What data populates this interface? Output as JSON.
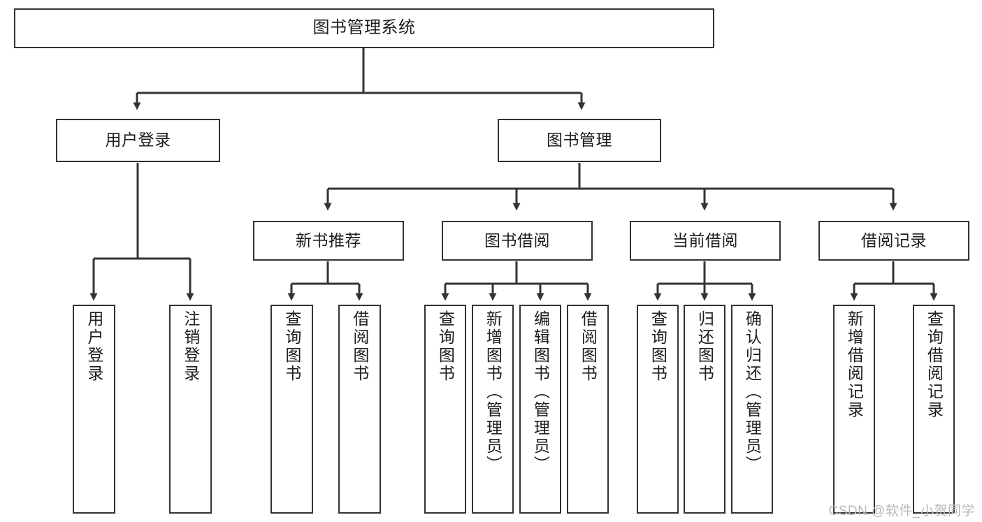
{
  "diagram": {
    "title": "图书管理系统",
    "type": "tree-structure-chart",
    "colors": {
      "box_border": "#333333",
      "box_fill": "#ffffff",
      "line": "#333333",
      "text": "#1d1d1d",
      "watermark": "#b9b9b9"
    },
    "nodes": {
      "root": {
        "label": "图书管理系统"
      },
      "level2": [
        {
          "label": "用户登录"
        },
        {
          "label": "图书管理"
        }
      ],
      "level3": [
        {
          "label": "新书推荐"
        },
        {
          "label": "图书借阅"
        },
        {
          "label": "当前借阅"
        },
        {
          "label": "借阅记录"
        }
      ],
      "leaves": {
        "user_login": [
          {
            "label": "用户登录"
          },
          {
            "label": "注销登录"
          }
        ],
        "new_book_recommend": [
          {
            "label": "查询图书"
          },
          {
            "label": "借阅图书"
          }
        ],
        "book_borrow": [
          {
            "label": "查询图书"
          },
          {
            "label": "新增图书（管理员）"
          },
          {
            "label": "编辑图书（管理员）"
          },
          {
            "label": "借阅图书"
          }
        ],
        "current_borrow": [
          {
            "label": "查询图书"
          },
          {
            "label": "归还图书"
          },
          {
            "label": "确认归还（管理员）"
          }
        ],
        "borrow_record": [
          {
            "label": "新增借阅记录"
          },
          {
            "label": "查询借阅记录"
          }
        ]
      }
    },
    "watermark": "CSDN @软件_小贺同学"
  }
}
